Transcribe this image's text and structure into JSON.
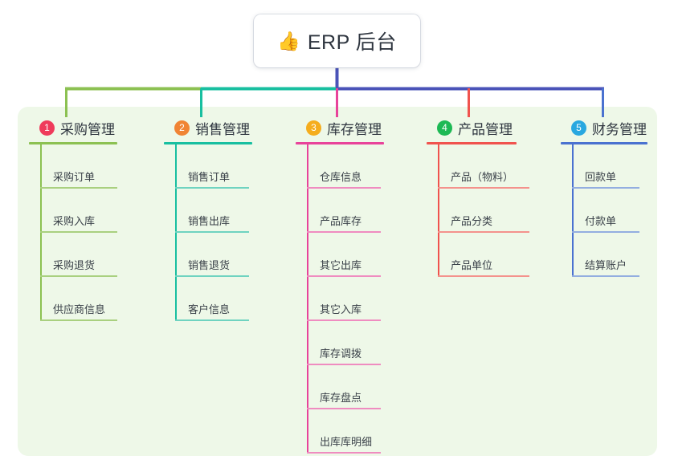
{
  "diagram": {
    "type": "mind-map",
    "background_color": "#ffffff",
    "panel_color": "#eef8e8",
    "root": {
      "icon": "thumbs-up-icon",
      "icon_glyph": "👍",
      "title": "ERP 后台",
      "card_color": "#ffffff",
      "connector_color": "#4a53b8"
    },
    "trunk_segments": [
      {
        "name": "left-green-segment",
        "color": "#8cc152"
      },
      {
        "name": "mid-teal-segment",
        "color": "#18bfa0"
      },
      {
        "name": "right-indigo-segment",
        "color": "#4a53b8"
      }
    ],
    "branches": [
      {
        "index": "1",
        "label": "采购管理",
        "badge_color": "#ef3b5b",
        "line_color": "#8cc152",
        "child_line_color": "#a9d07f",
        "drop_color": "#8cc152",
        "children": [
          "采购订单",
          "采购入库",
          "采购退货",
          "供应商信息"
        ]
      },
      {
        "index": "2",
        "label": "销售管理",
        "badge_color": "#f08434",
        "line_color": "#18bfa0",
        "child_line_color": "#6fd3c0",
        "drop_color": "#18bfa0",
        "children": [
          "销售订单",
          "销售出库",
          "销售退货",
          "客户信息"
        ]
      },
      {
        "index": "3",
        "label": "库存管理",
        "badge_color": "#f5ad1d",
        "line_color": "#e8439a",
        "child_line_color": "#ef8cc0",
        "drop_color": "#e8439a",
        "children": [
          "仓库信息",
          "产品库存",
          "其它出库",
          "其它入库",
          "库存调拨",
          "库存盘点",
          "出库库明细"
        ]
      },
      {
        "index": "4",
        "label": "产品管理",
        "badge_color": "#1db954",
        "line_color": "#f0534e",
        "child_line_color": "#f4928c",
        "drop_color": "#f0534e",
        "children": [
          "产品（物料）",
          "产品分类",
          "产品单位"
        ]
      },
      {
        "index": "5",
        "label": "财务管理",
        "badge_color": "#29a8e0",
        "line_color": "#4a72d0",
        "child_line_color": "#93aee0",
        "drop_color": "#4a72d0",
        "children": [
          "回款单",
          "付款单",
          "结算账户"
        ]
      }
    ]
  }
}
